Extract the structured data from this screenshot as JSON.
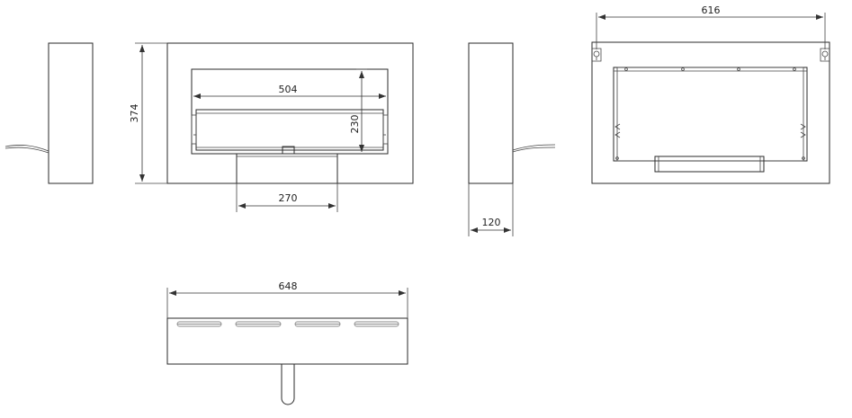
{
  "dimensions": {
    "width_inner": "504",
    "height_inner": "230",
    "base_width": "270",
    "height_total": "374",
    "depth": "120",
    "back_width": "616",
    "top_width": "648"
  },
  "colors": {
    "line": "#2a2a2a",
    "dimension": "#333333",
    "background": "#ffffff"
  }
}
